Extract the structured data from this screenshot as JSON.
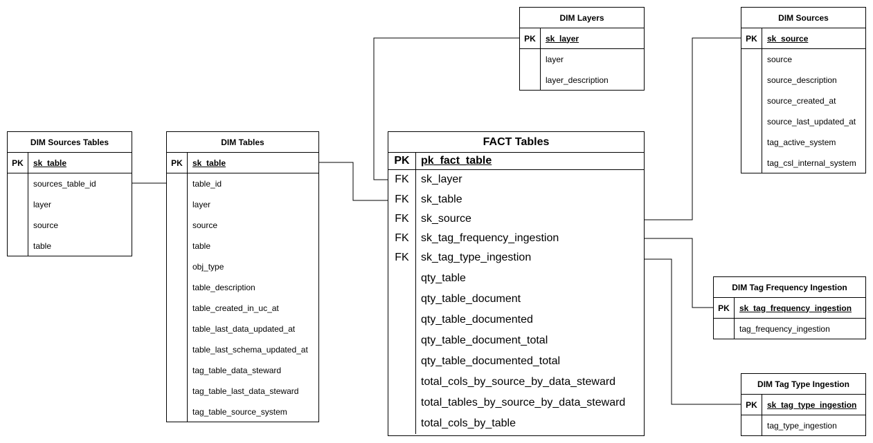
{
  "entities": [
    {
      "id": "dim-sources-tables",
      "title": "DIM Sources Tables",
      "pk_label": "PK",
      "pk_field": "sk_table",
      "rows": [
        {
          "key": "",
          "name": "sources_table_id"
        },
        {
          "key": "",
          "name": "layer"
        },
        {
          "key": "",
          "name": "source"
        },
        {
          "key": "",
          "name": "table"
        }
      ]
    },
    {
      "id": "dim-tables",
      "title": "DIM Tables",
      "pk_label": "PK",
      "pk_field": "sk_table",
      "rows": [
        {
          "key": "",
          "name": "table_id"
        },
        {
          "key": "",
          "name": "layer"
        },
        {
          "key": "",
          "name": "source"
        },
        {
          "key": "",
          "name": "table"
        },
        {
          "key": "",
          "name": "obj_type"
        },
        {
          "key": "",
          "name": "table_description"
        },
        {
          "key": "",
          "name": "table_created_in_uc_at"
        },
        {
          "key": "",
          "name": "table_last_data_updated_at"
        },
        {
          "key": "",
          "name": "table_last_schema_updated_at"
        },
        {
          "key": "",
          "name": "tag_table_data_steward"
        },
        {
          "key": "",
          "name": "tag_table_last_data_steward"
        },
        {
          "key": "",
          "name": "tag_table_source_system"
        }
      ]
    },
    {
      "id": "fact-tables",
      "title": "FACT Tables",
      "pk_label": "PK",
      "pk_field": "pk_fact_table",
      "rows": [
        {
          "key": "FK",
          "name": "sk_layer"
        },
        {
          "key": "FK",
          "name": "sk_table"
        },
        {
          "key": "FK",
          "name": "sk_source"
        },
        {
          "key": "FK",
          "name": "sk_tag_frequency_ingestion"
        },
        {
          "key": "FK",
          "name": "sk_tag_type_ingestion"
        },
        {
          "key": "",
          "name": "qty_table"
        },
        {
          "key": "",
          "name": "qty_table_document"
        },
        {
          "key": "",
          "name": "qty_table_documented"
        },
        {
          "key": "",
          "name": "qty_table_document_total"
        },
        {
          "key": "",
          "name": "qty_table_documented_total"
        },
        {
          "key": "",
          "name": "total_cols_by_source_by_data_steward"
        },
        {
          "key": "",
          "name": "total_tables_by_source_by_data_steward"
        },
        {
          "key": "",
          "name": "total_cols_by_table"
        }
      ]
    },
    {
      "id": "dim-layers",
      "title": "DIM Layers",
      "pk_label": "PK",
      "pk_field": "sk_layer",
      "rows": [
        {
          "key": "",
          "name": "layer"
        },
        {
          "key": "",
          "name": "layer_description"
        }
      ]
    },
    {
      "id": "dim-sources",
      "title": "DIM Sources",
      "pk_label": "PK",
      "pk_field": "sk_source",
      "rows": [
        {
          "key": "",
          "name": "source"
        },
        {
          "key": "",
          "name": "source_description"
        },
        {
          "key": "",
          "name": "source_created_at"
        },
        {
          "key": "",
          "name": "source_last_updated_at"
        },
        {
          "key": "",
          "name": "tag_active_system"
        },
        {
          "key": "",
          "name": "tag_csl_internal_system"
        }
      ]
    },
    {
      "id": "dim-tag-frequency-ingestion",
      "title": "DIM Tag Frequency Ingestion",
      "pk_label": "PK",
      "pk_field": "sk_tag_frequency_ingestion",
      "rows": [
        {
          "key": "",
          "name": "tag_frequency_ingestion"
        }
      ]
    },
    {
      "id": "dim-tag-type-ingestion",
      "title": "DIM Tag Type Ingestion",
      "pk_label": "PK",
      "pk_field": "sk_tag_type_ingestion",
      "rows": [
        {
          "key": "",
          "name": "tag_type_ingestion"
        }
      ]
    }
  ],
  "relationships": [
    {
      "from": "dim-sources-tables.sources_table_id",
      "to": "dim-tables.table_id"
    },
    {
      "from": "dim-tables.sk_table",
      "to": "fact-tables.sk_table"
    },
    {
      "from": "dim-layers.sk_layer",
      "to": "fact-tables.sk_layer"
    },
    {
      "from": "dim-sources.sk_source",
      "to": "fact-tables.sk_source"
    },
    {
      "from": "dim-tag-frequency-ingestion.sk_tag_frequency_ingestion",
      "to": "fact-tables.sk_tag_frequency_ingestion"
    },
    {
      "from": "dim-tag-type-ingestion.sk_tag_type_ingestion",
      "to": "fact-tables.sk_tag_type_ingestion"
    }
  ],
  "colors": {
    "line": "#000000",
    "background": "#ffffff"
  }
}
